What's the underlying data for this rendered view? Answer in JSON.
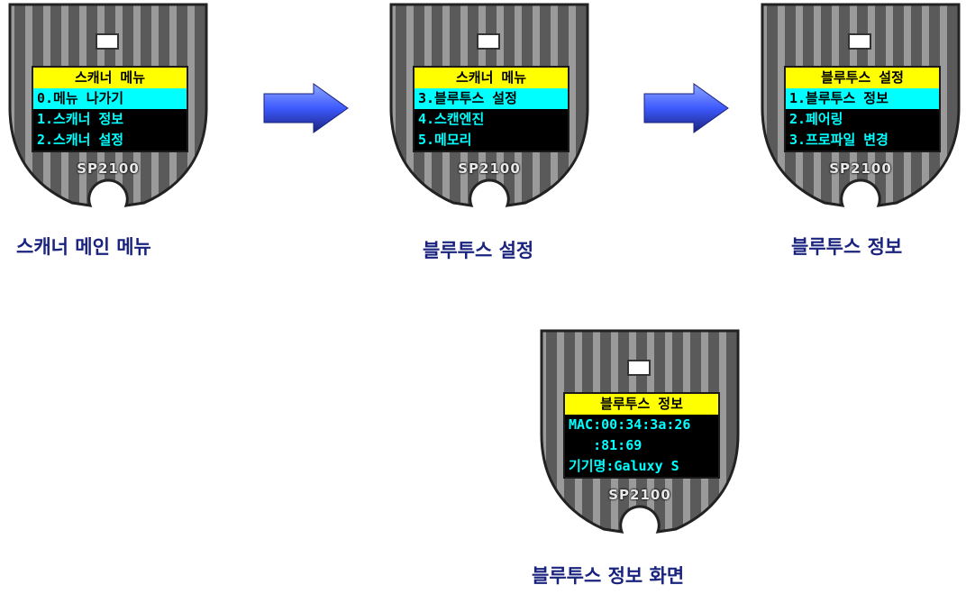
{
  "devices": [
    {
      "model": "SP2100",
      "caption": "스캐너 메인 메뉴",
      "screen": [
        "스캐너 메뉴",
        "0.메뉴 나가기",
        "1.스캐너 정보",
        "2.스캐너 설정"
      ]
    },
    {
      "model": "SP2100",
      "caption": "블루투스 설정",
      "screen": [
        "스캐너 메뉴",
        "3.블루투스 설정",
        "4.스캔엔진",
        "5.메모리"
      ]
    },
    {
      "model": "SP2100",
      "caption": "블루투스 정보",
      "screen": [
        "블루투스 설정",
        "1.블루투스 정보",
        "2.페어링",
        "3.프로파일 변경"
      ]
    },
    {
      "model": "SP2100",
      "caption": "블루투스 정보 화면",
      "screen": [
        "블루투스 정보",
        "MAC:00:34:3a:26",
        "   :81:69",
        "기기명:Galuxy S"
      ]
    }
  ],
  "colors": {
    "screen_title": "#ffff00",
    "screen_selected": "#00ffff",
    "screen_text": "#00ffff",
    "caption": "#1a237e",
    "arrow": "#3d5afe"
  },
  "icons": [
    "right-arrow-icon",
    "right-arrow-icon"
  ]
}
